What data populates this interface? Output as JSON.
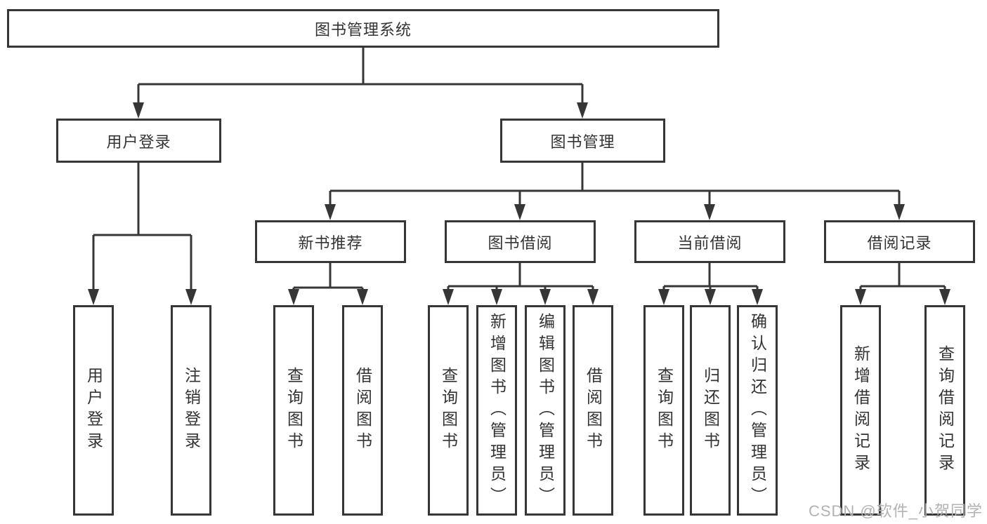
{
  "tree": {
    "label": "图书管理系统",
    "children": [
      {
        "label": "用户登录",
        "children": [
          {
            "label": "用户登录"
          },
          {
            "label": "注销登录"
          }
        ]
      },
      {
        "label": "图书管理",
        "children": [
          {
            "label": "新书推荐",
            "children": [
              {
                "label": "查询图书"
              },
              {
                "label": "借阅图书"
              }
            ]
          },
          {
            "label": "图书借阅",
            "children": [
              {
                "label": "查询图书"
              },
              {
                "label": "新增图书（管理员）"
              },
              {
                "label": "编辑图书（管理员）"
              },
              {
                "label": "借阅图书"
              }
            ]
          },
          {
            "label": "当前借阅",
            "children": [
              {
                "label": "查询图书"
              },
              {
                "label": "归还图书"
              },
              {
                "label": "确认归还（管理员）"
              }
            ]
          },
          {
            "label": "借阅记录",
            "children": [
              {
                "label": "新增借阅记录"
              },
              {
                "label": "查询借阅记录"
              }
            ]
          }
        ]
      }
    ]
  },
  "watermark": {
    "text": "CSDN @软件_小贺同学"
  },
  "colors": {
    "line": "#363636",
    "box_border": "#363636",
    "box_fill": "#ffffff",
    "text": "#333333",
    "watermark": "#b2b2b2",
    "background": "#ffffff"
  }
}
